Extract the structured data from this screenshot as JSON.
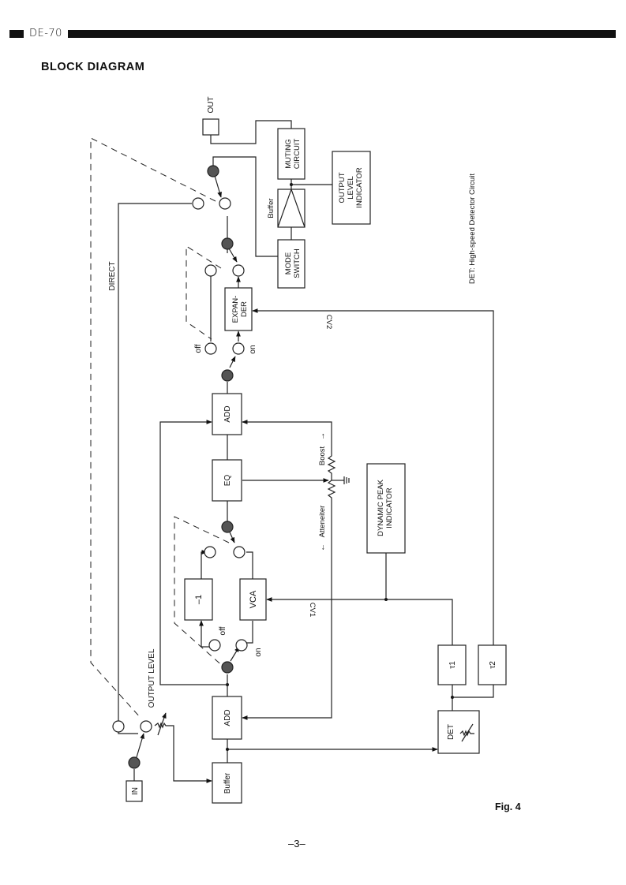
{
  "header": {
    "model": "DE-70",
    "section_title": "BLOCK DIAGRAM"
  },
  "diagram": {
    "blocks": {
      "in": "IN",
      "out": "OUT",
      "buffer_in": "Buffer",
      "add_1": "ADD",
      "invert": "–1",
      "vca": "VCA",
      "eq": "EQ",
      "add_2": "ADD",
      "expander": [
        "EXPAN-",
        "DER"
      ],
      "mode_switch": [
        "MODE",
        "SWITCH"
      ],
      "buffer_out": "Buffer",
      "muting": [
        "MUTING",
        "CIRCUIT"
      ],
      "output_level_indicator": [
        "OUTPUT",
        "LEVEL",
        "INDICATOR"
      ],
      "dynamic_peak_indicator": [
        "DYNAMIC PEAK",
        "INDICATOR"
      ],
      "det": "DET",
      "tau1": "τ1",
      "tau2": "τ2"
    },
    "labels": {
      "direct": "DIRECT",
      "output_level": "OUTPUT LEVEL",
      "off_1": "off",
      "on_1": "on",
      "off_2": "off",
      "on_2": "on",
      "boost": "Boost",
      "attenuator": "Atteneiter",
      "cv1": "CV1",
      "cv2": "CV2",
      "det_note": "DET:  High-speed Detector Circuit"
    }
  },
  "footer": {
    "figure": "Fig. 4",
    "page": "–3–"
  }
}
